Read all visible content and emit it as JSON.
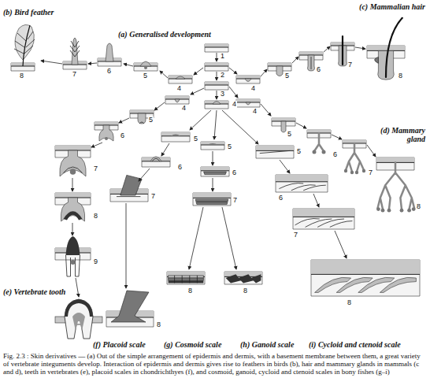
{
  "diagram": {
    "caption": "Fig. 2.3 : Skin derivatives — (a) Out of the simple arrangement of epidermis and dermis, with a basement membrane between them, a great variety of vertebrate integuments develop. Interaction of epidermis and dermis gives rise to feathers in birds (b), hair and mammary glands in mammals (c and d), teeth in vertebrates (e), placoid scales in chondrichthyes (f), and cosmoid, ganoid, cycloid and ctenoid scales in bony fishes (g–i)",
    "labels": [
      "(b) Bird feather",
      "(c) Mammalian hair",
      "(a) Generalised development",
      "8",
      "7",
      "6",
      "5",
      "4",
      "1",
      "2",
      "4",
      "5",
      "6",
      "7",
      "8",
      "3",
      "4",
      "4",
      "4",
      "5",
      "6",
      "5",
      "(d) Mammary gland",
      "5",
      "5",
      "5",
      "6",
      "7",
      "6",
      "6",
      "7",
      "6",
      "7",
      "7",
      "8",
      "8",
      "7",
      "9",
      "8",
      "8",
      "(e) Vertebrate tooth",
      "8",
      "8",
      "(f) Placoid scale",
      "(g) Cosmoid scale",
      "(h) Ganoid scale",
      "(i) Cycloid and ctenoid scale"
    ]
  }
}
